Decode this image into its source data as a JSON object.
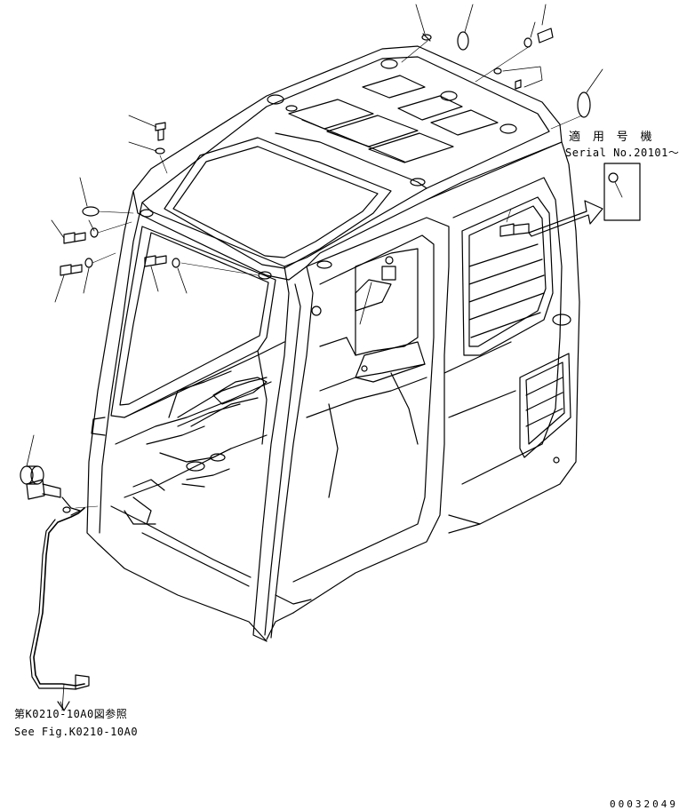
{
  "serial_note": {
    "jp": "適 用 号 機",
    "en": "Serial No.20101～"
  },
  "reference_note": {
    "jp": "第K0210-10A0図参照",
    "en": "See Fig.K0210-10A0"
  },
  "drawing_number": "00032049",
  "line_color": "#000000"
}
